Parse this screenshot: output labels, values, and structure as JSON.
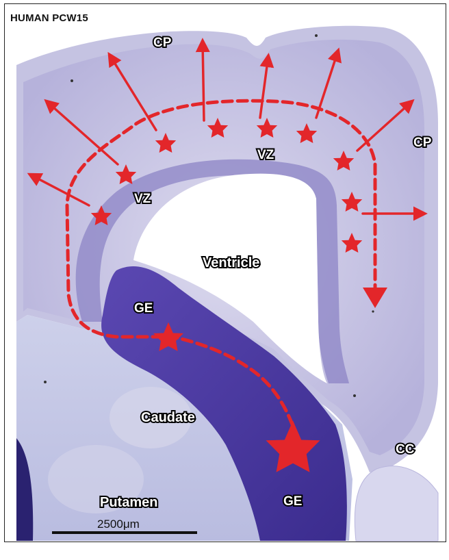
{
  "figure": {
    "title": "HUMAN PCW15",
    "labels": {
      "cp_top": "CP",
      "cp_right": "CP",
      "vz_left": "VZ",
      "vz_right": "VZ",
      "ventricle": "Ventricle",
      "ge_upper": "GE",
      "ge_lower": "GE",
      "caudate": "Caudate",
      "putamen": "Putamen",
      "cc": "CC"
    },
    "scale_bar": {
      "label": "2500μm"
    },
    "colors": {
      "annotation": "#e3262a",
      "stain_light": "#cfcde6",
      "stain_dark": "#4a3aa0",
      "label_fill": "#ffffff",
      "label_stroke": "#000000"
    },
    "icons": {
      "migration_star": "star-icon",
      "radial_arrow": "arrow-icon"
    }
  }
}
